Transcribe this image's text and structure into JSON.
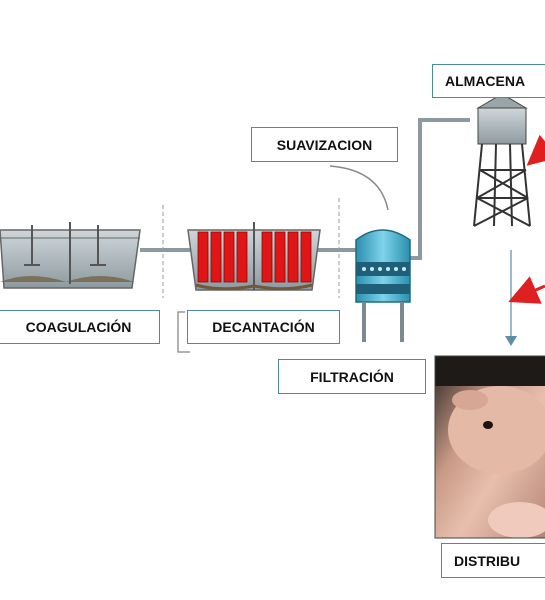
{
  "stages": {
    "coagulation": "COAGULACIÓN",
    "decantation": "DECANTACIÓN",
    "softening": "SUAVIZACION",
    "filtration": "FILTRACIÓN",
    "storage": "ALMACENA",
    "distribution": "DISTRIBU"
  },
  "colors": {
    "label_border": "#4b8c96",
    "pipe": "#8a9aa0",
    "tank_fill": "#a9b4b9",
    "plates": "#e01515",
    "filter": "#3aa7c4",
    "arrow_red": "#e02020",
    "arrow_blue": "#5b8fa8"
  },
  "icons": {
    "coagulation_tanks": "settling-tanks-illustration",
    "decantation_plates": "lamella-plates-illustration",
    "filter_unit": "pressure-filter-illustration",
    "water_tower": "water-tower-illustration",
    "photo": "pig-photo"
  }
}
